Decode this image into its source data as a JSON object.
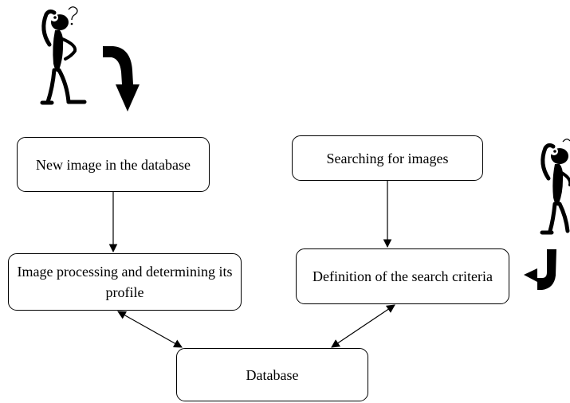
{
  "nodes": {
    "new_image": "New image in the database",
    "searching": "Searching for images",
    "processing": "Image processing and determining its profile",
    "definition": "Definition of the search criteria",
    "database": "Database"
  },
  "edges": [
    {
      "from": "new_image",
      "to": "processing",
      "direction": "forward"
    },
    {
      "from": "searching",
      "to": "definition",
      "direction": "forward"
    },
    {
      "from": "processing",
      "to": "database",
      "direction": "both"
    },
    {
      "from": "definition",
      "to": "database",
      "direction": "both"
    }
  ],
  "figures": [
    {
      "name": "confused-person-left",
      "icon": "thinking-stick-figure-icon"
    },
    {
      "name": "confused-person-right",
      "icon": "thinking-stick-figure-icon"
    }
  ],
  "colors": {
    "line": "#000000",
    "background": "#ffffff"
  }
}
